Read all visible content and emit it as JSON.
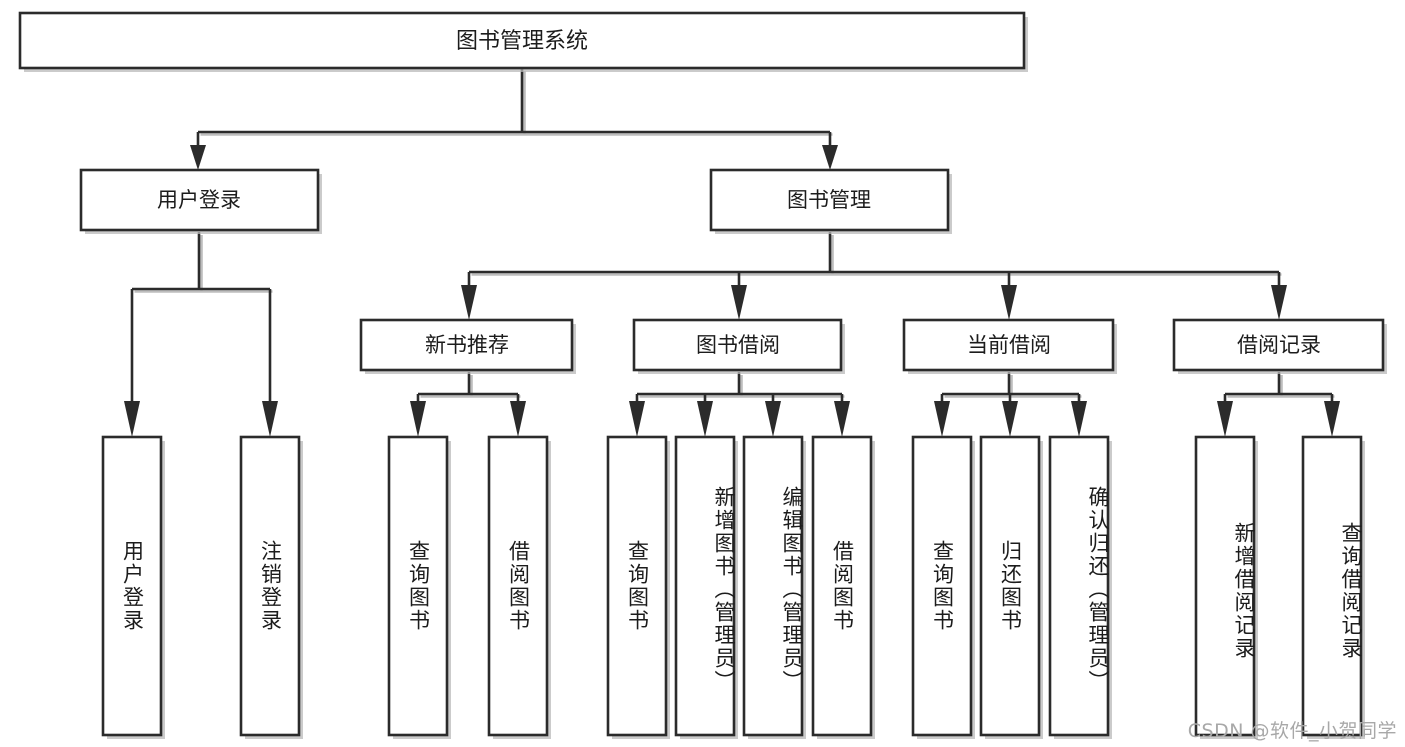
{
  "diagram": {
    "type": "tree",
    "title": "图书管理系统",
    "watermark": "CSDN @软件_小贺同学",
    "root": {
      "id": "root",
      "label": "图书管理系统",
      "orientation": "horizontal"
    },
    "level2": [
      {
        "id": "user-login",
        "label": "用户登录",
        "orientation": "horizontal"
      },
      {
        "id": "book-management",
        "label": "图书管理",
        "orientation": "horizontal"
      }
    ],
    "level3": [
      {
        "id": "new-book-recommend",
        "label": "新书推荐",
        "parent": "book-management",
        "orientation": "horizontal"
      },
      {
        "id": "book-borrow",
        "label": "图书借阅",
        "parent": "book-management",
        "orientation": "horizontal"
      },
      {
        "id": "current-borrow",
        "label": "当前借阅",
        "parent": "book-management",
        "orientation": "horizontal"
      },
      {
        "id": "borrow-record",
        "label": "借阅记录",
        "parent": "book-management",
        "orientation": "horizontal"
      }
    ],
    "leaves": [
      {
        "id": "leaf-user-login",
        "label": "用户登录",
        "parent": "user-login",
        "orientation": "vertical"
      },
      {
        "id": "leaf-logout-login",
        "label": "注销登录",
        "parent": "user-login",
        "orientation": "vertical"
      },
      {
        "id": "leaf-query-book-1",
        "label": "查询图书",
        "parent": "new-book-recommend",
        "orientation": "vertical"
      },
      {
        "id": "leaf-borrow-book-1",
        "label": "借阅图书",
        "parent": "new-book-recommend",
        "orientation": "vertical"
      },
      {
        "id": "leaf-query-book-2",
        "label": "查询图书",
        "parent": "book-borrow",
        "orientation": "vertical"
      },
      {
        "id": "leaf-add-book",
        "label": "新增图书（管理员）",
        "parent": "book-borrow",
        "orientation": "vertical"
      },
      {
        "id": "leaf-edit-book",
        "label": "编辑图书（管理员）",
        "parent": "book-borrow",
        "orientation": "vertical"
      },
      {
        "id": "leaf-borrow-book-2",
        "label": "借阅图书",
        "parent": "book-borrow",
        "orientation": "vertical"
      },
      {
        "id": "leaf-query-book-3",
        "label": "查询图书",
        "parent": "current-borrow",
        "orientation": "vertical"
      },
      {
        "id": "leaf-return-book",
        "label": "归还图书",
        "parent": "current-borrow",
        "orientation": "vertical"
      },
      {
        "id": "leaf-confirm-return",
        "label": "确认归还（管理员）",
        "parent": "current-borrow",
        "orientation": "vertical"
      },
      {
        "id": "leaf-add-record",
        "label": "新增借阅记录",
        "parent": "borrow-record",
        "orientation": "vertical"
      },
      {
        "id": "leaf-query-record",
        "label": "查询借阅记录",
        "parent": "borrow-record",
        "orientation": "vertical"
      }
    ],
    "colors": {
      "stroke": "#2b2b2b",
      "fill": "#ffffff",
      "text": "#1c1c1c",
      "shadow": "#b9b9b9",
      "watermark": "#a8a8a8"
    }
  }
}
